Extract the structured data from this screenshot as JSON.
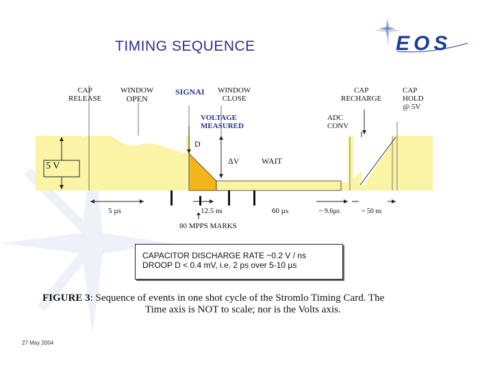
{
  "slide": {
    "title": "TIMING SEQUENCE",
    "logo": "EOS",
    "footer_date": "27 May 2004"
  },
  "diagram": {
    "top_labels": {
      "cap_release": [
        "CAP",
        "RELEASE"
      ],
      "window_open": [
        "WINDOW",
        "OPEN"
      ],
      "signal": "SIGNAI",
      "window_close": [
        "WINDOW",
        "CLOSE"
      ],
      "cap_recharge": [
        "CAP",
        "RECHARGE"
      ],
      "cap_hold": [
        "CAP",
        "HOLD",
        "@ 5V"
      ]
    },
    "voltage_measured": [
      "VOLTAGE",
      "MEASURED"
    ],
    "adc_conv": [
      "ADC",
      "CONV"
    ],
    "droop_label": "D",
    "delta_v_label": "ΔV",
    "wait_label": "WAIT",
    "five_volt_label": "5 V",
    "time_labels": {
      "t1": "5 µs",
      "t2": "12.5 ns",
      "t3": "60 µs",
      "t4": "~ 9.6µs",
      "t5": "~ 50 ns"
    },
    "mpps_label": "80 MPPS MARKS"
  },
  "info_box": {
    "line1": "CAPACITOR DISCHARGE RATE  ~0.2  V / ns",
    "line2": "DROOP  D < 0.4 mV,  i.e. 2 ps  over 5-10 µs"
  },
  "caption": {
    "prefix": "FIGURE 3",
    "line1": ": Sequence of events in one shot cycle of the Stromlo Timing Card. The",
    "line2": "Time axis is NOT to scale; nor is the Volts axis."
  },
  "colors": {
    "band": "#fbf3a6",
    "pulse": "#f2b51a",
    "accent": "#27318f"
  }
}
